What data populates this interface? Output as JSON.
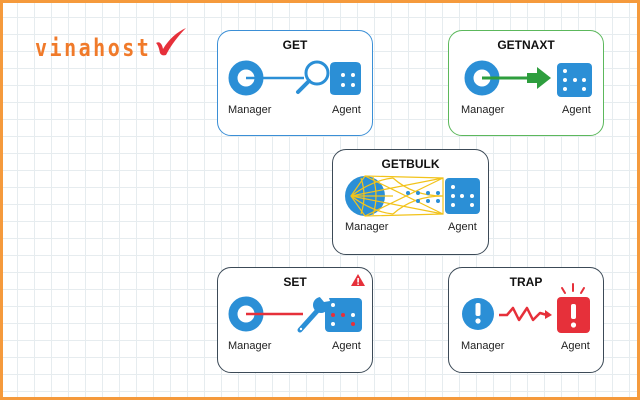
{
  "brand": {
    "logo_text": "vinahost",
    "logo_mark": "checkmark"
  },
  "colors": {
    "border": "#f59a3c",
    "blue": "#2b8fd6",
    "green": "#2e9e3e",
    "red": "#e6303a",
    "yellow": "#f2c31b",
    "get_border": "#3b8fd6",
    "getnext_border": "#5cb85c",
    "dark_border": "#3c4a57"
  },
  "cards": {
    "get": {
      "title": "GET",
      "manager": "Manager",
      "agent": "Agent",
      "icon": "magnifier-icon"
    },
    "getnext": {
      "title": "GETNAXT",
      "manager": "Manager",
      "agent": "Agent",
      "icon": "arrow-right-icon"
    },
    "getbulk": {
      "title": "GETBULK",
      "manager": "Manager",
      "agent": "Agent",
      "icon": "mesh-icon"
    },
    "set": {
      "title": "SET",
      "manager": "Manager",
      "agent": "Agent",
      "icon": "wrench-icon",
      "badge": "warning-icon"
    },
    "trap": {
      "title": "TRAP",
      "manager": "Manager",
      "agent": "Agent",
      "icon": "zigzag-arrow-icon"
    }
  }
}
